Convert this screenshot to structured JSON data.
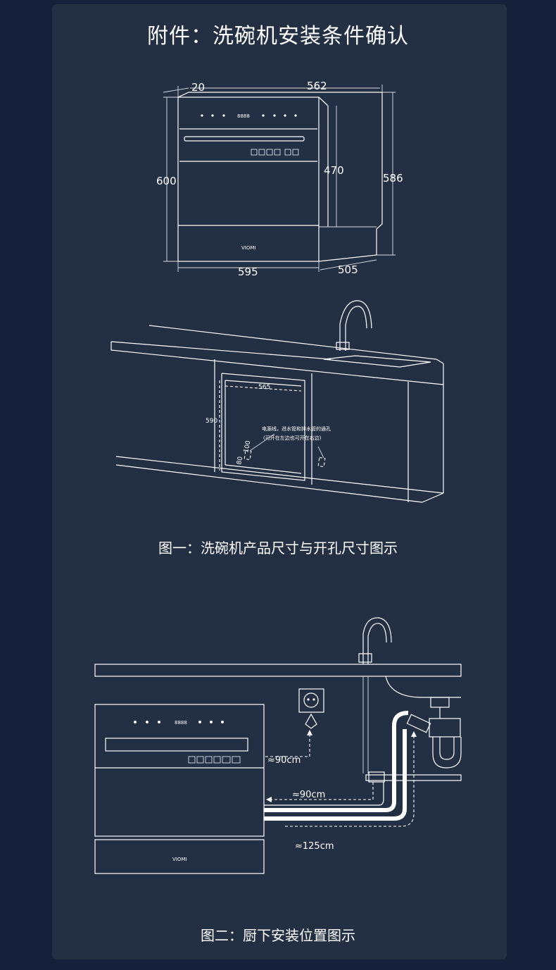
{
  "page": {
    "title": "附件：洗碗机安装条件确认",
    "caption1": "图一：洗碗机产品尺寸与开孔尺寸图示",
    "caption2": "图二：厨下安装位置图示"
  },
  "figure1": {
    "dims": {
      "depth_top": "20",
      "width_top": "562",
      "height_left": "600",
      "inner_height": "470",
      "height_right": "586",
      "width_bottom": "595",
      "depth_bottom": "505"
    },
    "brand": "VIOMI",
    "display_digits": "8888"
  },
  "cabinet": {
    "width": "565",
    "height": "590",
    "dim_100": "100",
    "dim_80": "80",
    "note_line1": "电源线，进水管和排水管的通孔",
    "note_line2": "(可开在左边也可开在右边)"
  },
  "figure2": {
    "dist_power": "≈90cm",
    "dist_inlet": "≈90cm",
    "dist_drain": "≈125cm",
    "brand": "VIOMI",
    "display_digits": "8888"
  },
  "colors": {
    "background": "#15213a",
    "panel": "#233043",
    "line": "#ffffff"
  }
}
